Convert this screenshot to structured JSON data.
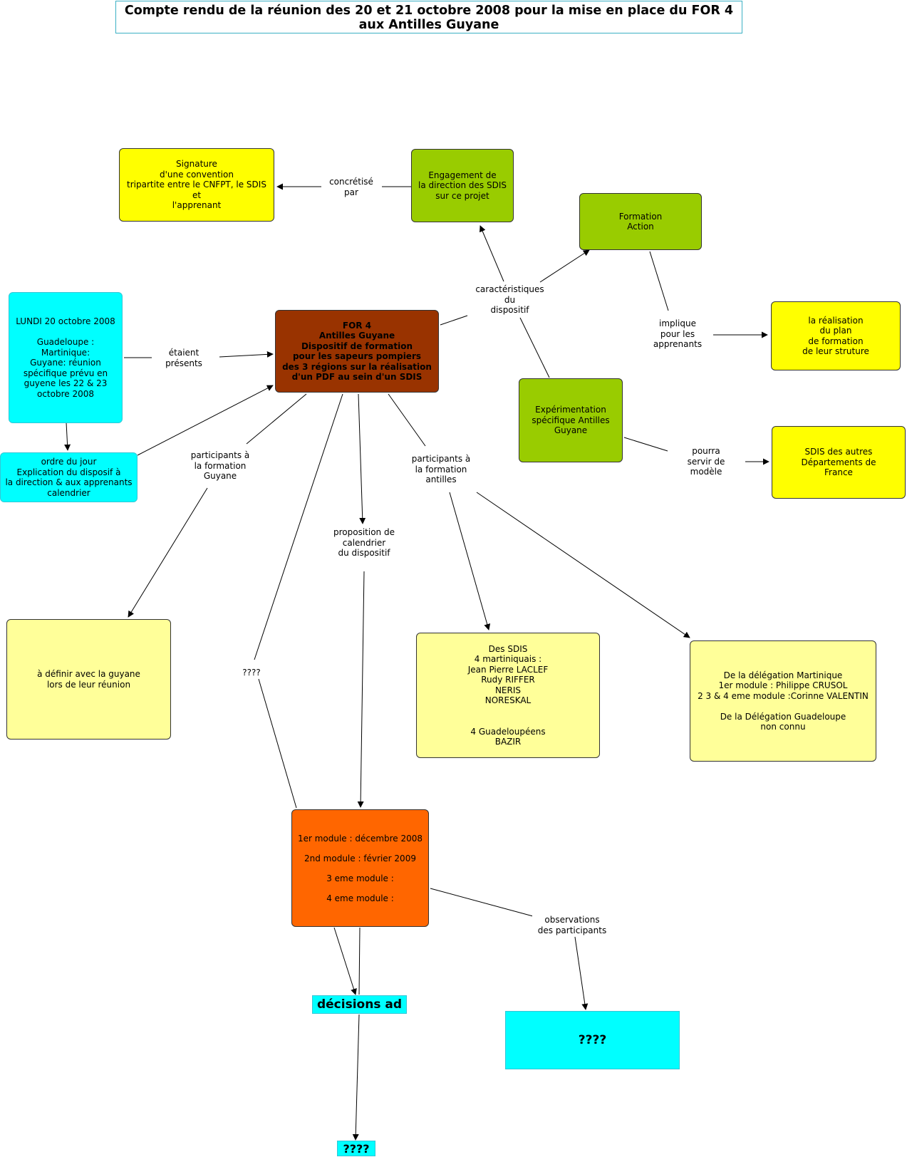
{
  "title": "Compte rendu de la réunion des 20 et 21 octobre 2008 pour la mise en place du FOR 4\naux Antilles Guyane",
  "nodes": {
    "signature": "Signature\nd'une convention\ntripartite entre le CNFPT, le SDIS\net\nl'apprenant",
    "engagement": "Engagement de\nla direction des SDIS\nsur ce projet",
    "formation_action": "Formation\nAction",
    "lundi": "LUNDI 20 octobre 2008\n\nGuadeloupe :\nMartinique:\nGuyane: réunion\nspécifique prévu en\nguyene les 22 & 23\noctobre 2008",
    "for4": "FOR 4\nAntilles Guyane\nDispositif de formation\npour les sapeurs pompiers\ndes 3 régions sur la réalisation\nd'un PDF au sein d'un SDIS",
    "realisation": "la réalisation\ndu plan\nde formation\nde leur struture",
    "experimentation": "Expérimentation\nspécifique Antilles\nGuyane",
    "ordre_du_jour": "ordre du jour\nExplication du disposif à\nla direction & aux apprenants\ncalendrier",
    "sdis_autres": "SDIS des autres\nDépartements de\nFrance",
    "a_definir": "à définir avec la guyane\nlors de leur réunion",
    "des_sdis": "Des  SDIS\n4 martiniquais :\nJean Pierre LACLEF\nRudy RIFFER\nNERIS\nNORESKAL\n\n\n4 Guadeloupéens\nBAZIR",
    "delegation": "    De la délégation Martinique\n1er  module : Philippe CRUSOL\n2 3 & 4 eme module :Corinne VALENTIN\n\nDe la Délégation Guadeloupe\nnon connu",
    "modules": "1er module : décembre 2008\n2nd module : février 2009\n3 eme module :\n4 eme module :",
    "decisions": "décisions ad",
    "q_box": "????",
    "q_bottom": "????"
  },
  "labels": {
    "concretise": "concrétisé\npar",
    "caracteristiques": "caractéristiques\ndu\ndispositif",
    "implique": "implique\npour les\napprenants",
    "etaient": "étaient\nprésents",
    "participants_guyane": "participants à\nla formation\nGuyane",
    "participants_antilles": "participants à\nla formation\nantilles",
    "pourra": "pourra\nservir de\nmodèle",
    "proposition": "proposition de\ncalendrier\ndu dispositif",
    "qqqq": "????",
    "observations": "observations\ndes participants"
  },
  "colors": {
    "yellow": "#ffff00",
    "light_yellow": "#ffff99",
    "green": "#99cc00",
    "cyan": "#00ffff",
    "brown": "#993300",
    "orange": "#ff6600"
  }
}
